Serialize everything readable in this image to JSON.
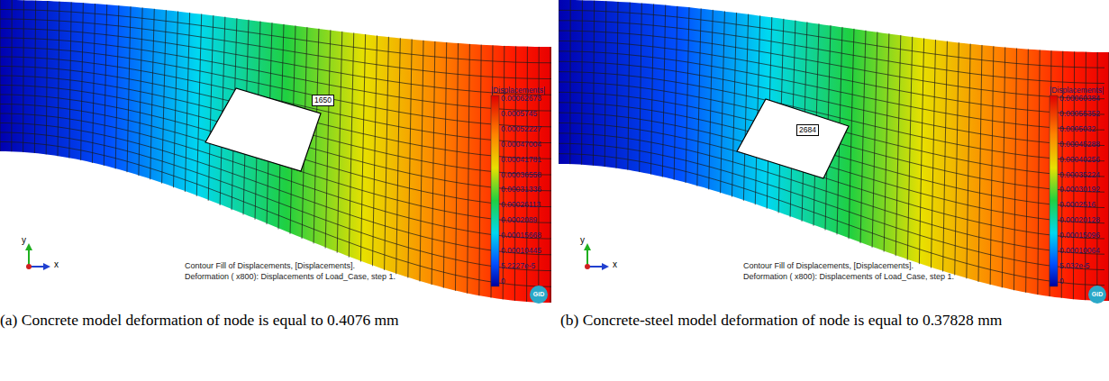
{
  "diagram": {
    "nodes": [
      {
        "text": [
          "1650"
        ]
      },
      {
        "text": [
          "2684"
        ]
      }
    ],
    "labels": [
      "|Displacements|",
      "0.00062673",
      "0.0005745",
      "0.00052227",
      "0.00047004",
      "0.00041781",
      "0.00036558",
      "0.00031336",
      "0.00026113",
      "0.0002089",
      "0.00015668",
      "0.00010445",
      "5.2227e-5",
      "0",
      "Contour Fill of Displacements, [Displacements].",
      "Deformation ( x800): Displacements of Load_Case, step 1.",
      "y",
      "x",
      "GiD",
      "|Displacements|",
      "0.00060384",
      "0.00055352",
      "0.0005032",
      "0.00045288",
      "0.00040256",
      "0.00035224",
      "0.00030192",
      "0.0002516",
      "0.00020128",
      "0.00015096",
      "0.00010064",
      "5.032e-5",
      "0",
      "Contour Fill of Displacements, [Displacements].",
      "Deformation ( x800): Displacements of Load_Case, step 1.",
      "y",
      "x",
      "GiD",
      "(a) Concrete model deformation of node is equal to 0.4076 mm",
      "(b) Concrete-steel model deformation of node is equal to 0.37828 mm"
    ]
  }
}
